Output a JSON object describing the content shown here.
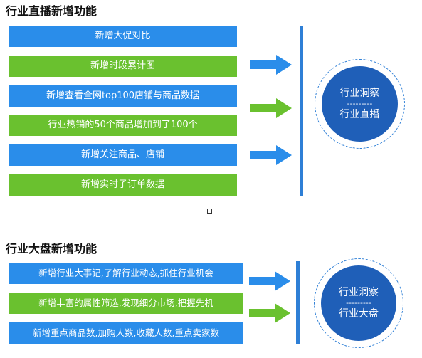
{
  "section1": {
    "title": "行业直播新增功能",
    "items": [
      {
        "label": "新增大促对比",
        "color": "#2a8dea"
      },
      {
        "label": "新增时段累计图",
        "color": "#6ac12f"
      },
      {
        "label": "新增查看全网top100店铺与商品数据",
        "color": "#2a8dea"
      },
      {
        "label": "行业热销的50个商品增加到了100个",
        "color": "#6ac12f"
      },
      {
        "label": "新增关注商品、店铺",
        "color": "#2a8dea"
      },
      {
        "label": "新增实时子订单数据",
        "color": "#6ac12f"
      }
    ],
    "circle": {
      "line1": "行业洞察",
      "divider": "---------",
      "line2": "行业直播"
    }
  },
  "section2": {
    "title": "行业大盘新增功能",
    "items": [
      {
        "label": "新增行业大事记,了解行业动态,抓住行业机会",
        "color": "#2a8dea"
      },
      {
        "label": "新增丰富的属性筛选,发现细分市场,把握先机",
        "color": "#6ac12f"
      },
      {
        "label": "新增重点商品数,加购人数,收藏人数,重点卖家数",
        "color": "#2a8dea"
      }
    ],
    "circle": {
      "line1": "行业洞察",
      "divider": "---------",
      "line2": "行业大盘"
    }
  },
  "colors": {
    "blue": "#2a8dea",
    "green": "#6ac12f",
    "navy": "#1f5fb8",
    "line": "#2e7fd6"
  },
  "icons": [
    "arrow-right-icon"
  ]
}
